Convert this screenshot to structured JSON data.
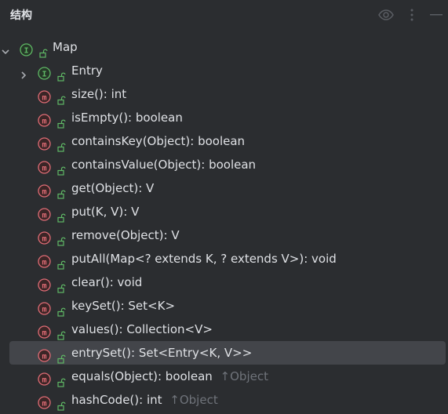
{
  "header": {
    "title": "结构"
  },
  "colors": {
    "background": "#2b2d30",
    "selected": "#43454a",
    "interface_icon": "#5fb865",
    "method_icon": "#e06c75",
    "text": "#dfe1e5",
    "muted": "#6f737a"
  },
  "tree": {
    "root": {
      "name": "Map",
      "kind": "interface-icon",
      "expanded": true
    },
    "children": [
      {
        "kind": "interface-icon",
        "label": "Entry",
        "suffix": "",
        "collapsed": true
      },
      {
        "kind": "method-icon",
        "label": "size(): int",
        "suffix": ""
      },
      {
        "kind": "method-icon",
        "label": "isEmpty(): boolean",
        "suffix": ""
      },
      {
        "kind": "method-icon",
        "label": "containsKey(Object): boolean",
        "suffix": ""
      },
      {
        "kind": "method-icon",
        "label": "containsValue(Object): boolean",
        "suffix": ""
      },
      {
        "kind": "method-icon",
        "label": "get(Object): V",
        "suffix": ""
      },
      {
        "kind": "method-icon",
        "label": "put(K, V): V",
        "suffix": ""
      },
      {
        "kind": "method-icon",
        "label": "remove(Object): V",
        "suffix": ""
      },
      {
        "kind": "method-icon",
        "label": "putAll(Map<? extends K, ? extends V>): void",
        "suffix": ""
      },
      {
        "kind": "method-icon",
        "label": "clear(): void",
        "suffix": ""
      },
      {
        "kind": "method-icon",
        "label": "keySet(): Set<K>",
        "suffix": ""
      },
      {
        "kind": "method-icon",
        "label": "values(): Collection<V>",
        "suffix": ""
      },
      {
        "kind": "method-icon",
        "label": "entrySet(): Set<Entry<K, V>>",
        "suffix": "",
        "selected": true
      },
      {
        "kind": "method-icon",
        "label": "equals(Object): boolean",
        "suffix": "↑Object"
      },
      {
        "kind": "method-icon",
        "label": "hashCode(): int",
        "suffix": "↑Object"
      }
    ]
  }
}
